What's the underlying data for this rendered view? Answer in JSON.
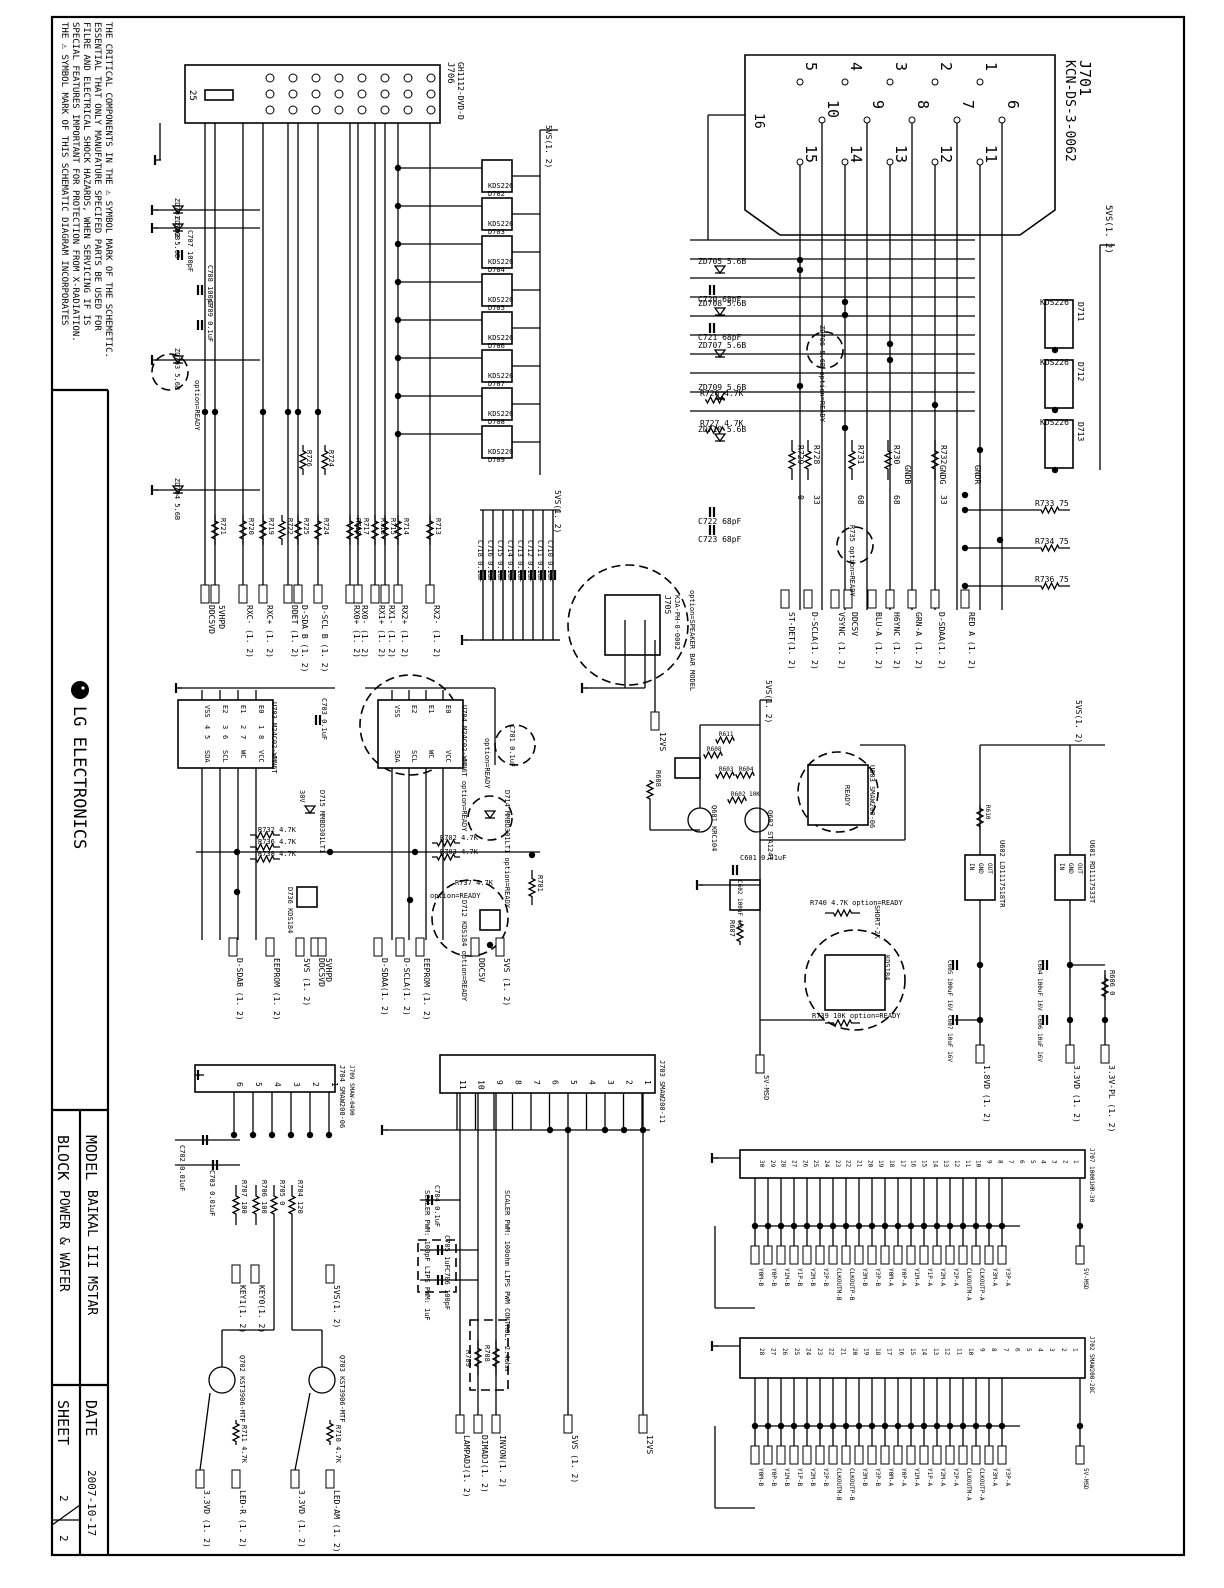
{
  "notice": [
    "THE ⚠ SYMBOL MARK OF THIS SCHEMATIC DIAGRAM INCORPORATES",
    "SPECIAL FEATURES IMPORTANT FOR PROTECTION FROM X-RADIATION.",
    "FILRE AND ELECTRICAL SHOCK HAZARDS, WHEN SERVICING IF IS",
    "ESSENTIAL THAT ONLY MANUFATURE SPECIFED PARTS BE USED FOR",
    "THE CRITICAL COMPONENTS IN THE ⚠ SYMBOL MARK OF THE SCHEMETIC."
  ],
  "brand": "LG ELECTRONICS",
  "title_block": {
    "model_label": "MODEL",
    "model": "BAIKAL III MSTAR",
    "block_label": "BLOCK",
    "block": "POWER & WAFER",
    "date_label": "DATE",
    "date": "2007-10-17",
    "sheet_label": "SHEET",
    "sheet_num": "2",
    "sheet_total": "2"
  },
  "connectors": {
    "j701": {
      "ref": "J701",
      "part": "KCN-DS-3-0062",
      "pins_top": [
        "5",
        "4",
        "3",
        "2",
        "1"
      ],
      "pins_mid": [
        "10",
        "9",
        "8",
        "7",
        "6"
      ],
      "pins_bot": [
        "15",
        "14",
        "13",
        "12",
        "11"
      ],
      "shield": "16",
      "supply": "5VS(1. 2)"
    },
    "j706": {
      "ref": "J706",
      "part": "GH1112-DVD-D",
      "shield": "25"
    },
    "j705": {
      "ref": "J705",
      "part": "KJA-PH-0-0002",
      "note": "option=SPEAKER BAR MODEL"
    },
    "j703": {
      "ref": "J703",
      "part": "SMAW200-11",
      "pins": [
        "11",
        "10",
        "9",
        "8",
        "7",
        "6",
        "5",
        "4",
        "3",
        "2",
        "1"
      ]
    },
    "j704": {
      "ref": "J704",
      "part": "SMAW200-06",
      "alt": "J709 SMAW-0490",
      "pins": [
        "6",
        "5",
        "4",
        "3",
        "2",
        "1"
      ]
    },
    "j707": {
      "ref": "J707",
      "part": "10001HR-30",
      "pins": [
        "30",
        "29",
        "28",
        "27",
        "26",
        "25",
        "24",
        "23",
        "22",
        "21",
        "20",
        "19",
        "18",
        "17",
        "16",
        "15",
        "14",
        "13",
        "12",
        "11",
        "10",
        "9",
        "8",
        "7",
        "6",
        "5",
        "4",
        "3",
        "2",
        "1"
      ]
    },
    "j702": {
      "ref": "J702",
      "part": "SMAW200-28C",
      "pins": [
        "28",
        "27",
        "26",
        "25",
        "24",
        "23",
        "22",
        "21",
        "20",
        "19",
        "18",
        "17",
        "16",
        "15",
        "14",
        "13",
        "12",
        "11",
        "10",
        "9",
        "8",
        "7",
        "6",
        "5",
        "4",
        "3",
        "2",
        "1"
      ]
    }
  },
  "vga_nets": [
    "RED A (1. 2)",
    "D-SDAA(1. 2)",
    "GRN-A (1. 2)",
    "H6YNC (1. 2)",
    "BLU-A (1. 2)",
    "DDC5V",
    "VSYNC (1. 2)",
    "D-SCLA(1. 2)",
    "ST-DET(1. 2)"
  ],
  "vga_parts": {
    "zeners": [
      "ZD705 5.6B",
      "ZD708 5.6B",
      "ZD707 5.6B",
      "ZD709 5.6B",
      "ZD710 5.6B"
    ],
    "caps": [
      "C720 68pF",
      "C721 68pF",
      "C722 68pF",
      "C723 68pF"
    ],
    "res": [
      "R726 4.7K",
      "R727 4.7K",
      "R733 75",
      "R734 75",
      "R736 75"
    ],
    "vres": [
      "R729",
      "R728",
      "R731",
      "R730",
      "R732"
    ],
    "vres_val": [
      "0",
      "33",
      "68",
      "68",
      "33"
    ],
    "gnd": [
      "GNDB",
      "GNDG",
      "GNDR"
    ],
    "diodes": [
      "D711",
      "D712",
      "D713"
    ],
    "diode_part": "KDS226",
    "zd706": "ZD706 5.6B option=READY",
    "r735": "R735 option=READY"
  },
  "dvi_nets": [
    "D-SCL B (1. 2)",
    "D-SDA B (1. 2)",
    "DDET (1. 2)",
    "RXC+ (1. 2)",
    "RXC- (1. 2)",
    "RX0+ (1. 2)",
    "RX0- (1. 2)",
    "RX1+ (1. 2)",
    "RX1- (1. 2)",
    "RX2+ (1. 2)",
    "RX2- (1. 2)",
    "5VHPD",
    "DDC5VD"
  ],
  "dvi_parts": {
    "diodes": [
      "D702",
      "D703",
      "D704",
      "D705",
      "D706",
      "D707",
      "D708",
      "D709"
    ],
    "zeners": [
      "ZD701 5.6B",
      "ZD702 5.6B",
      "ZD703 5.6B",
      "ZD704 5.6B"
    ],
    "zd703_note": "option=READY",
    "caps": [
      "C707 100pF",
      "C708 100pF",
      "C709 0.1uF"
    ],
    "res": [
      "R721",
      "R720",
      "R719",
      "R722",
      "R725",
      "R724",
      "R718",
      "R717",
      "R716",
      "R715",
      "R714",
      "R713"
    ],
    "res_top": [
      "R726",
      "R724"
    ],
    "supply": "5VS(1. 2)",
    "c_bank": [
      "C710 0.1uF",
      "C711 0.1uF",
      "C712 0.1uF",
      "C713 0.1uF",
      "C714 0.1uF",
      "C715 0.1uF",
      "C716 0.1uF",
      "C718 0.1uF"
    ],
    "c_supply": "5VS(1. 2)"
  },
  "eeprom": {
    "u703": {
      "ref": "U703",
      "part": "M24C02-WMN6T",
      "pins_top": [
        "VSS",
        "E2",
        "E1",
        "E0"
      ],
      "pins_top_num": [
        "4",
        "3",
        "2",
        "1"
      ],
      "pins_bot": [
        "SDA",
        "SCL",
        "WC",
        "VCC"
      ],
      "pins_bot_num": [
        "5",
        "6",
        "7",
        "8"
      ]
    },
    "u704": {
      "ref": "U704",
      "part": "M24C02-WMN6T",
      "note": "option=READY",
      "pins_top": [
        "VSS",
        "E2",
        "E1",
        "E0"
      ],
      "pins_bot": [
        "SDA",
        "SCL",
        "WC",
        "VCC"
      ]
    },
    "c703": "C703 0.1uF",
    "c701": "C701 0.1uF",
    "c701_note": "option=READY",
    "d715": "D715 MMBD301LT1",
    "d714": "D714 MMBD301LT1 option=READY",
    "d715_v": "30V",
    "res": [
      "R732 4.7K",
      "R736 4.7K",
      "R738 4.7K",
      "R702 4.7K",
      "R703 4.7K",
      "R737 4.7K",
      "R701"
    ],
    "r737_note": "option=READY",
    "kds": [
      "D736 KDS184",
      "D712 KDS184 option=READY"
    ],
    "nets_a": [
      "D-SDAB (1. 2)",
      "EEPROM (1. 2)",
      "5VS (1. 2)",
      "DDC5VD",
      "5VHPD"
    ],
    "nets_b": [
      "D-SDAA(1. 2)",
      "D-SCLA(1. 2)",
      "EEPROM (1. 2)",
      "DDC5V",
      "5VS (1. 2)"
    ]
  },
  "power": {
    "u601": {
      "ref": "U601",
      "part": "RD1117S33T",
      "pins": [
        "IN",
        "GND",
        "OUT"
      ],
      "nums": [
        "3",
        "1",
        "2"
      ]
    },
    "u602": {
      "ref": "U602",
      "part": "LD1117S18TR",
      "pins": [
        "IN",
        "GND",
        "OUT"
      ],
      "nums": [
        "3",
        "1",
        "2"
      ]
    },
    "u603": {
      "ref": "U603",
      "part": "SMAW200-06",
      "note": "READY"
    },
    "nets": [
      "5VS(1. 2)",
      "3.3VD (1. 2)",
      "1.8VD (1. 2)",
      "3.3V-PL (1. 2)",
      "12VS",
      "5V-MSD"
    ],
    "caps": [
      "C604 100uF 16V",
      "C605 100uF 16V",
      "C606 10uF 16V",
      "C607 10uF 16V",
      "C602 100uF 16V",
      "C601 0.01uF"
    ],
    "res": [
      "R606 0",
      "R607",
      "R610",
      "R605 10K",
      "R602 10K",
      "R603",
      "R604",
      "R608",
      "R611"
    ],
    "trans": [
      "Q601 KRC104",
      "Q602 STA1241"
    ],
    "kds": "KDS184",
    "r740": "R740 4.7K option=READY",
    "r739": "R739 10K option=READY",
    "short": "SHORT-2K"
  },
  "speaker_nets": [
    "12VS"
  ],
  "keys": {
    "caps": [
      "C702 0.01uF",
      "C703 0.01uF"
    ],
    "res": [
      "R707 100",
      "R706 100",
      "R705 0",
      "R704 120"
    ],
    "nets": [
      "KEY1(1. 2)",
      "KEY0(1. 2)",
      "5VS(1. 2)"
    ],
    "q": [
      "Q702 KST3906-MTF",
      "Q703 KST3906-MTF"
    ],
    "led": [
      "R711 4.7K",
      "R710 4.7K"
    ],
    "led_nets": [
      "LED-R (1. 2)",
      "LED-AM (1. 2)",
      "3.3VD (1. 2)",
      "3.3VD (1. 2)"
    ]
  },
  "inverter": {
    "caps": [
      "C704 0.1uF",
      "C705 1uF",
      "C706 100pF"
    ],
    "notes": [
      "SCALER PWM: 100pF LIPS PWM: 1uF",
      "SCALER PWM: 100ohm LIPS PWM CONTROL: 2.4ohm"
    ],
    "res": [
      "R709",
      "R708"
    ],
    "nets": [
      "LAMPADJ(1. 2)",
      "DIMADJ(1. 2)",
      "INVON(1. 2)",
      "5VS (1. 2)",
      "12VS"
    ]
  },
  "lvds_a": [
    "Y0M-B",
    "Y0P-B",
    "Y1M-B",
    "Y1P-B",
    "Y2M-B",
    "Y2P-B",
    "CLKOUTM-B",
    "CLKOUTP-B",
    "Y3M-B",
    "Y3P-B",
    "Y0M-A",
    "Y0P-A",
    "Y1M-A",
    "Y1P-A",
    "Y2M-A",
    "Y2P-A",
    "CLKOUTM-A",
    "CLKOUTP-A",
    "Y3M-A",
    "Y3P-A",
    "5V-MSD"
  ],
  "lvds_b": [
    "Y0M-B",
    "Y0P-B",
    "Y1M-B",
    "Y1P-B",
    "Y2M-B",
    "Y2P-B",
    "CLKOUTM-B",
    "CLKOUTP-B",
    "Y3M-B",
    "Y3P-B",
    "Y0M-A",
    "Y0P-A",
    "Y1M-A",
    "Y1P-A",
    "Y2M-A",
    "Y2P-A",
    "CLKOUTM-A",
    "CLKOUTP-A",
    "Y3M-A",
    "Y3P-A",
    "5V-MSD"
  ]
}
